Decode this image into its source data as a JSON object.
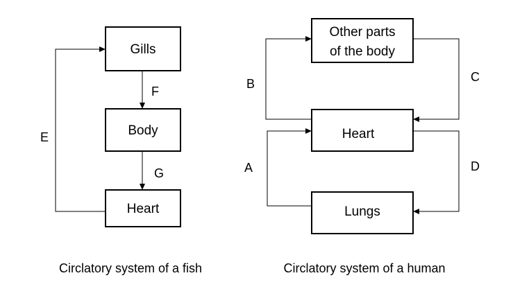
{
  "fish": {
    "boxes": {
      "gills": "Gills",
      "body": "Body",
      "heart": "Heart"
    },
    "letters": {
      "E": "E",
      "F": "F",
      "G": "G"
    },
    "caption": "Circlatory system of a fish"
  },
  "human": {
    "boxes": {
      "other_parts_line1": "Other parts",
      "other_parts_line2": "of the body",
      "heart": "Heart",
      "lungs": "Lungs"
    },
    "letters": {
      "A": "A",
      "B": "B",
      "C": "C",
      "D": "D"
    },
    "caption": "Circlatory system of a human"
  }
}
